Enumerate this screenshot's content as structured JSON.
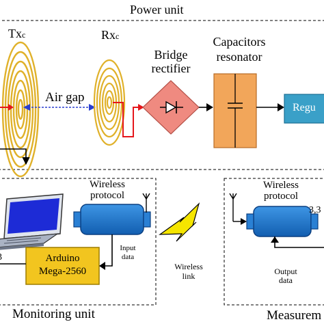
{
  "power_unit": {
    "title": "Power unit",
    "tx_coil": "Txc",
    "rx_coil": "Rxc",
    "air_gap": "Air gap",
    "bridge_rectifier_line1": "Bridge",
    "bridge_rectifier_line2": "rectifier",
    "capacitors_line1": "Capacitors",
    "capacitors_line2": "resonator",
    "regulator": "Regu"
  },
  "monitoring_unit": {
    "title": "Monitoring unit",
    "wireless_protocol_line1": "Wireless",
    "wireless_protocol_line2": "protocol",
    "arduino_line1": "Arduino",
    "arduino_line2": "Mega-2560",
    "input_data_line1": "Input",
    "input_data_line2": "data",
    "left_edge_text": "3"
  },
  "wireless_link": {
    "line1": "Wireless",
    "line2": "link"
  },
  "measurement_unit": {
    "title": "Measurem",
    "wireless_protocol_line1": "Wireless",
    "wireless_protocol_line2": "protocol",
    "output_data_line1": "Output",
    "output_data_line2": "data",
    "value_partial": "3,3"
  },
  "colors": {
    "coil": "#e0b12a",
    "signal_red": "#e5161b",
    "air_gap_blue": "#2a3fd0",
    "rectifier": "#ef8a80",
    "capacitor": "#f2a65a",
    "regulator": "#3aa0c8",
    "protocol_block": "#1f74c9",
    "arduino": "#f2c51f",
    "lightning": "#f5e500"
  }
}
